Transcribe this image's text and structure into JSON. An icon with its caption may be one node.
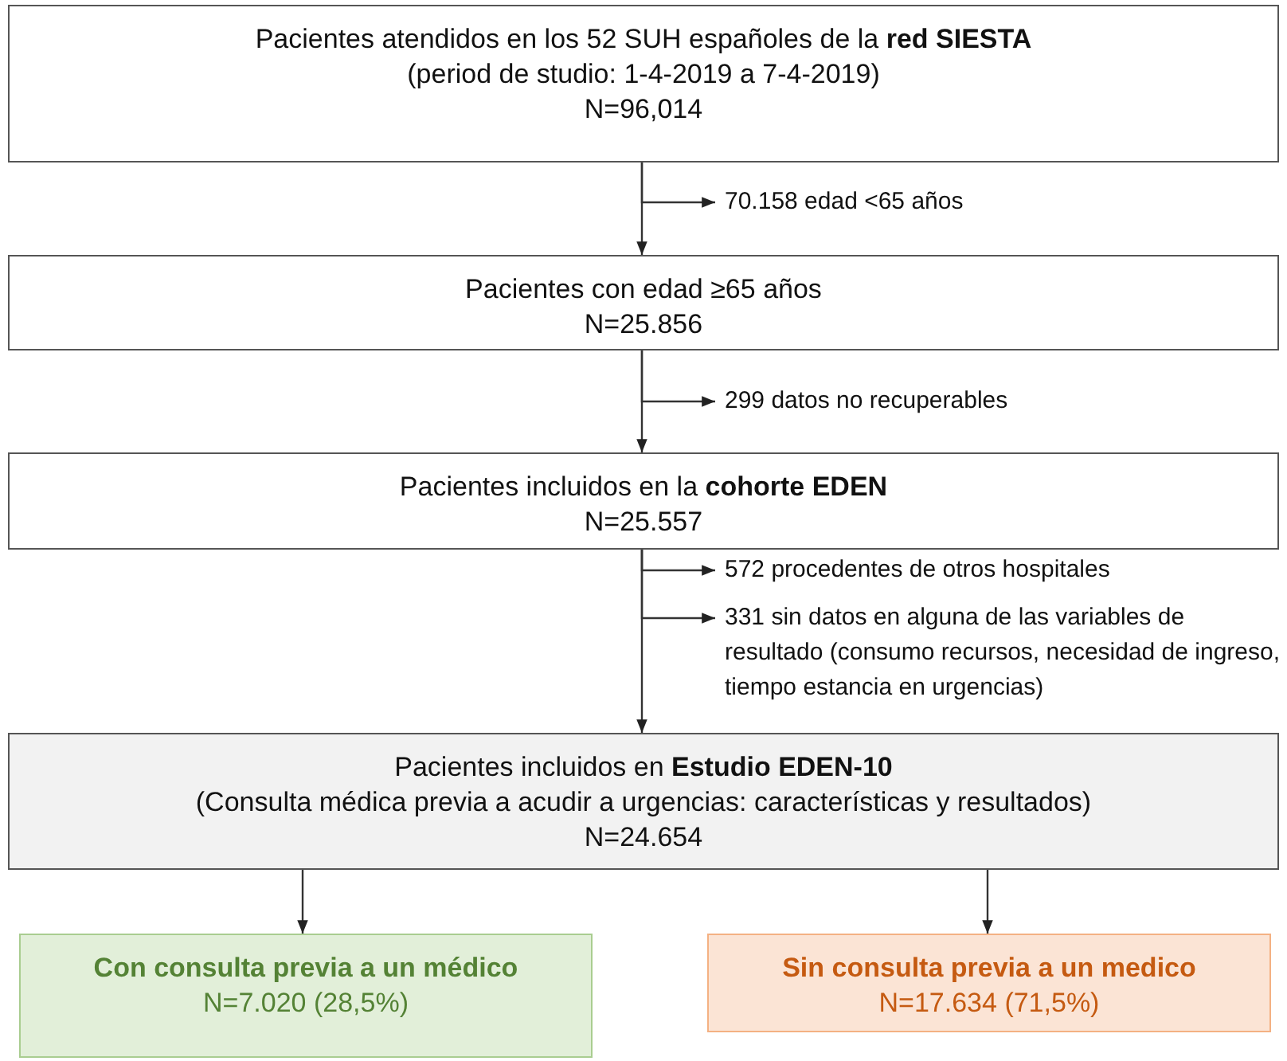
{
  "diagram": {
    "nodes": [
      {
        "text": [
          "Pacientes atendidos en los 52 SUH españoles de la **red SIESTA**",
          "(period de studio: 1-4-2019 a 7-4-2019)",
          "N=96,014"
        ]
      },
      {
        "text": [
          "70.158 edad <65 años"
        ]
      },
      {
        "text": [
          "Pacientes con edad ≥65 años",
          "N=25.856"
        ]
      },
      {
        "text": [
          "299 datos no recuperables"
        ]
      },
      {
        "text": [
          "Pacientes incluidos en la **cohorte EDEN**",
          "N=25.557"
        ]
      },
      {
        "text": [
          "572 procedentes de otros hospitales"
        ]
      },
      {
        "text": [
          "331 sin datos en alguna de las variables de resultado (consumo recursos, necesidad de ingreso, tiempo estancia en urgencias)"
        ]
      },
      {
        "text": [
          "Pacientes incluidos en **Estudio EDEN-10**",
          "(Consulta médica previa a acudir a urgencias: características y resultados)",
          "N=24.654"
        ]
      },
      {
        "text": [
          "Con consulta previa a un médico",
          "N=7.020 (28,5%)"
        ]
      },
      {
        "text": [
          "Sin consulta previa a un medico",
          "N=17.634 (71,5%)"
        ]
      }
    ],
    "edges": [
      {
        "from": 0,
        "to": 2,
        "arrow": "to"
      },
      {
        "from": 0,
        "to": 1,
        "arrow": "to"
      },
      {
        "from": 2,
        "to": 4,
        "arrow": "to"
      },
      {
        "from": 2,
        "to": 3,
        "arrow": "to"
      },
      {
        "from": 4,
        "to": 7,
        "arrow": "to"
      },
      {
        "from": 4,
        "to": 5,
        "arrow": "to"
      },
      {
        "from": 4,
        "to": 6,
        "arrow": "to"
      },
      {
        "from": 7,
        "to": 8,
        "arrow": "to"
      },
      {
        "from": 7,
        "to": 9,
        "arrow": "to"
      }
    ]
  }
}
